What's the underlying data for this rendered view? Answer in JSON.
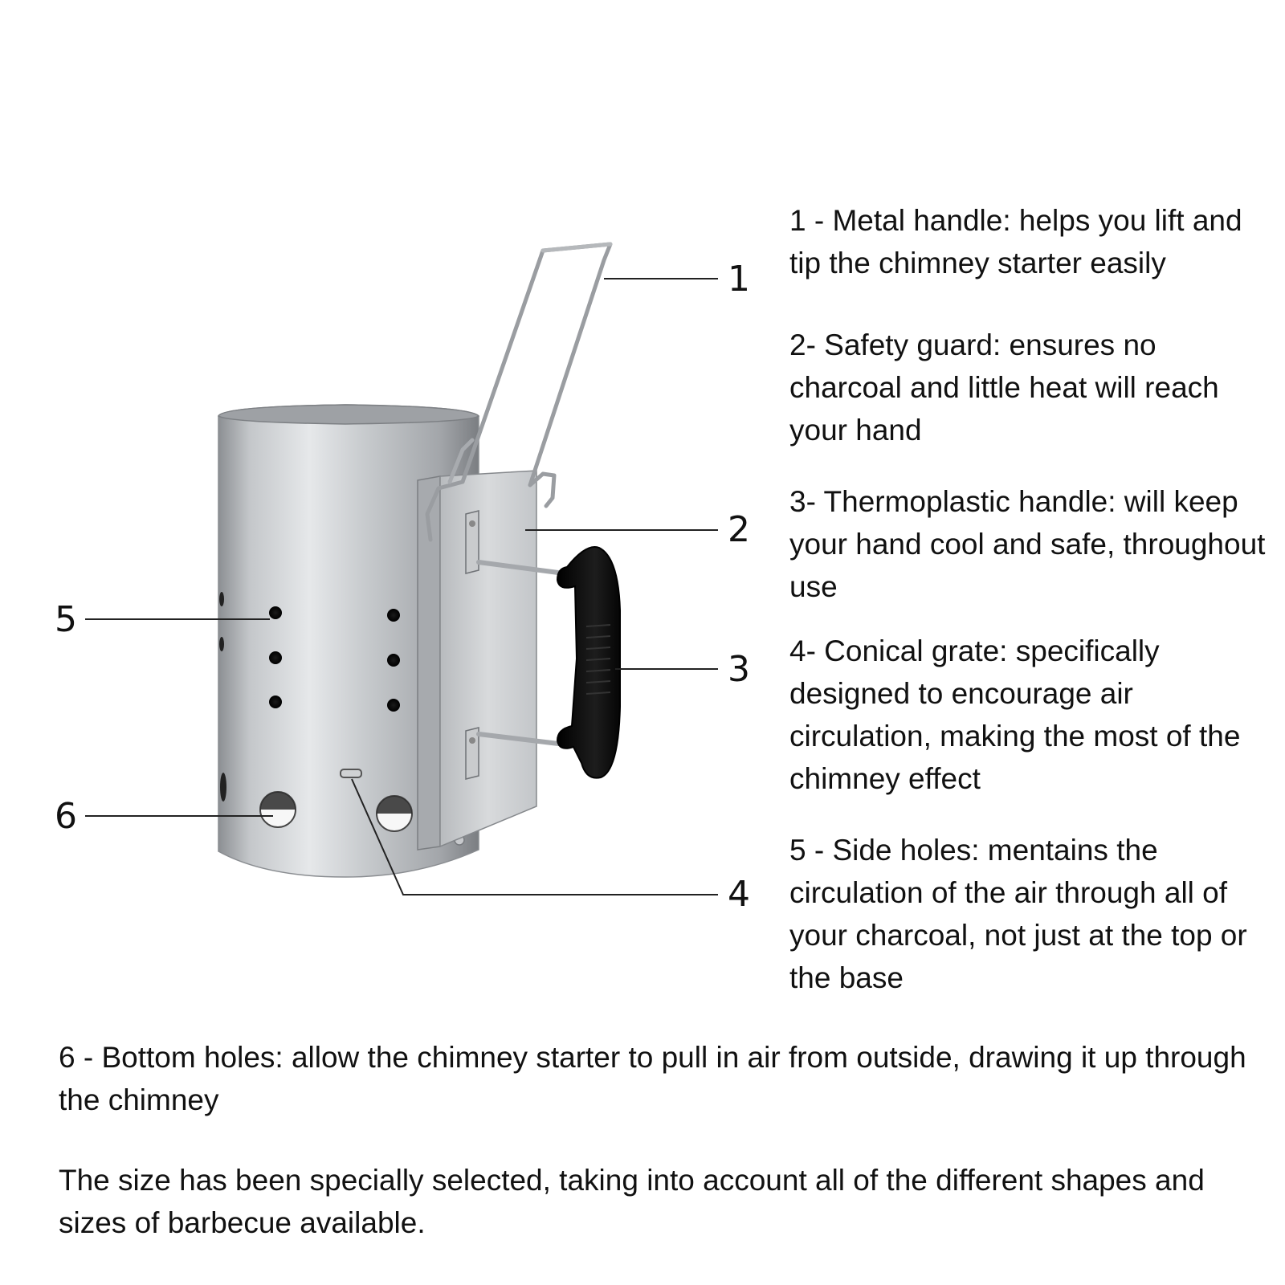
{
  "callouts": {
    "n1": "1",
    "n2": "2",
    "n3": "3",
    "n4": "4",
    "n5": "5",
    "n6": "6"
  },
  "features": {
    "f1": "1 - Metal handle: helps you lift and tip the chimney starter easily",
    "f2": "2- Safety guard: ensures no charcoal and little heat will reach your hand",
    "f3": "3- Thermoplastic handle: will keep your hand cool and safe, throughout use",
    "f4": "4- Conical grate: specifically designed to encourage air circulation, making the most of the chimney effect",
    "f5": "5 - Side holes: mentains the circulation of the air through all of your charcoal, not just at the top or the base"
  },
  "bottom": {
    "bottom_holes": "6 - Bottom holes: allow the chimney starter to pull in air from outside, drawing it up through the chimney",
    "size_note": "The size has been specially selected, taking into account all of the different shapes and sizes of barbecue available."
  },
  "colors": {
    "background": "#ffffff",
    "text": "#111111",
    "steel_light": "#d9dbdd",
    "steel_mid": "#aeb1b4",
    "steel_dark": "#7f8286",
    "grip": "#111111"
  },
  "icons": {
    "product": "chimney-starter-illustration"
  }
}
